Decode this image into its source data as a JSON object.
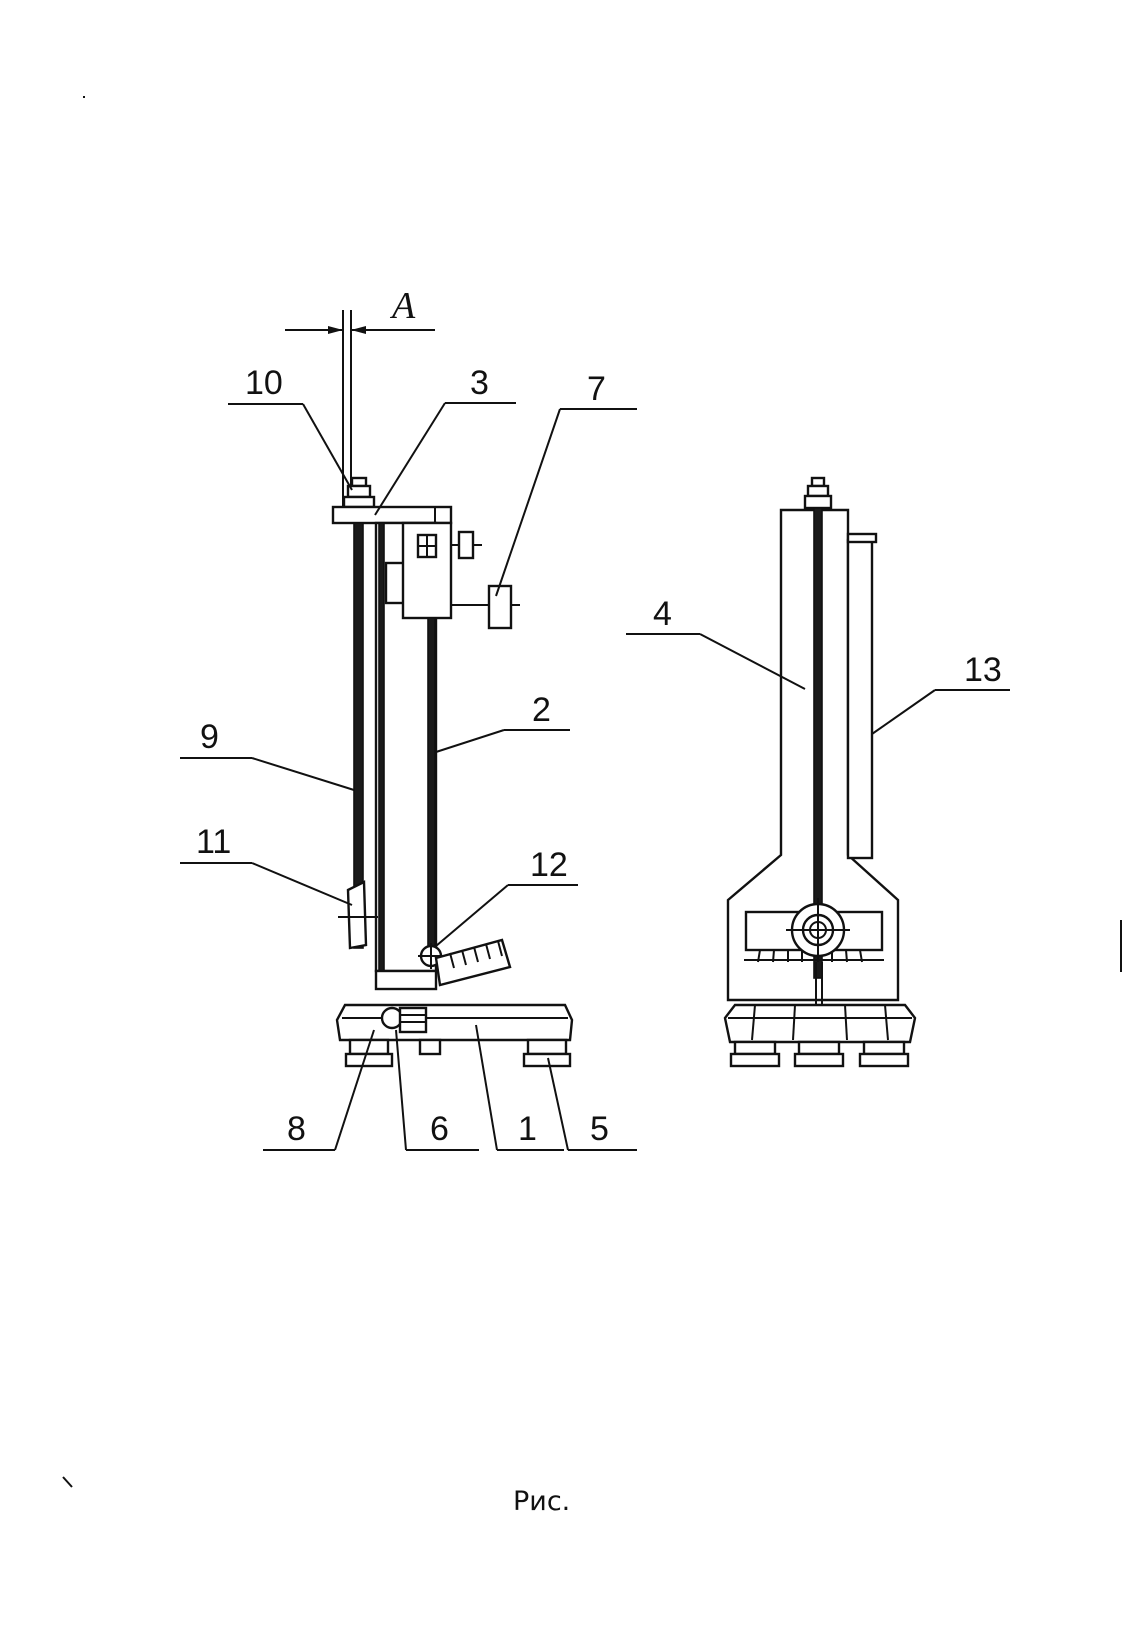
{
  "title": "",
  "dimension_label": "A",
  "caption": "Рис.",
  "callouts": {
    "c1": "1",
    "c2": "2",
    "c3": "3",
    "c4": "4",
    "c5": "5",
    "c6": "6",
    "c7": "7",
    "c8": "8",
    "c9": "9",
    "c10": "10",
    "c11": "11",
    "c12": "12",
    "c13": "13"
  }
}
